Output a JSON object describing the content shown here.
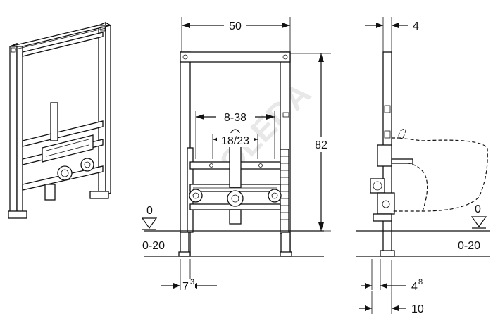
{
  "dimensions": {
    "top_width": "50",
    "height": "82",
    "adjust_range": "8-38",
    "center_spacing": "18/23",
    "side_depth_top": "4",
    "foot_width": "7",
    "foot_width_sup": "3",
    "side_depth_bottom": "4",
    "side_depth_bottom_sup": "8",
    "side_depth_total": "10"
  },
  "floor": {
    "front_zero": "0",
    "front_range": "0-20",
    "side_zero": "0",
    "side_range": "0-20"
  },
  "watermark": "OLEDA"
}
